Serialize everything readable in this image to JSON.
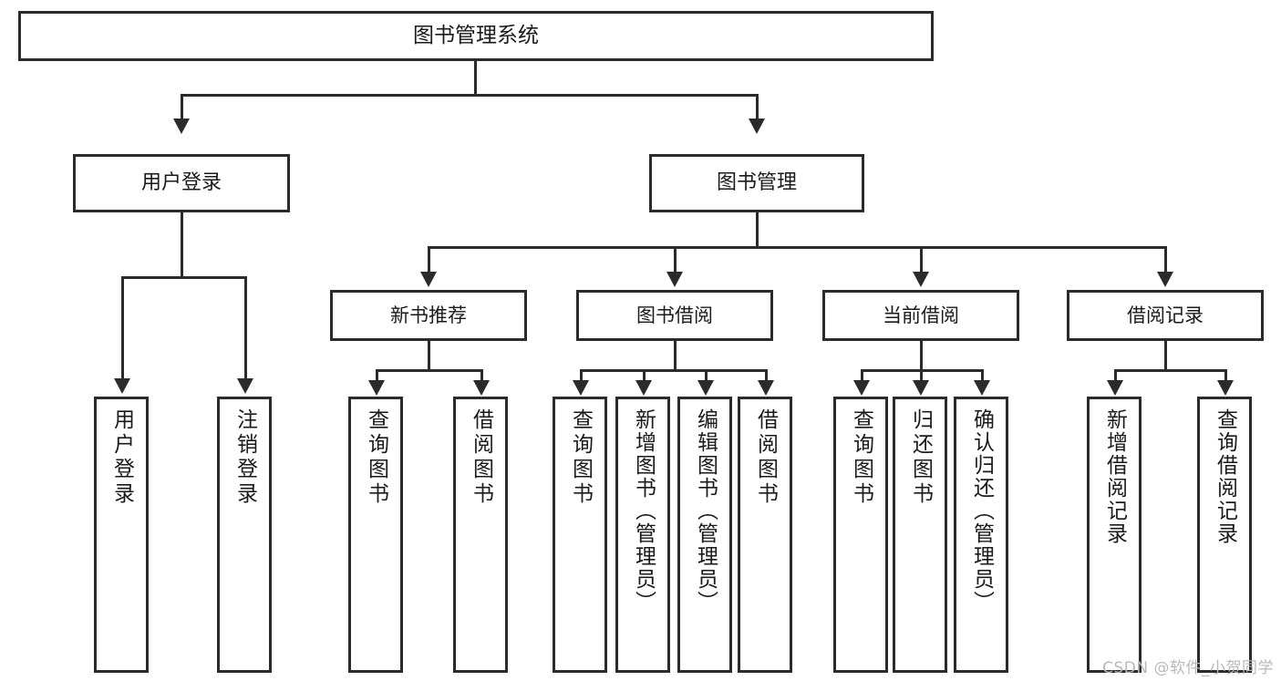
{
  "diagram": {
    "title": "图书管理系统",
    "type": "tree-hierarchy-diagram",
    "root": {
      "label": "图书管理系统"
    },
    "level2": [
      {
        "key": "user-login",
        "label": "用户登录"
      },
      {
        "key": "book-management",
        "label": "图书管理"
      }
    ],
    "level3": [
      {
        "key": "new-book-recommend",
        "label": "新书推荐"
      },
      {
        "key": "book-borrow",
        "label": "图书借阅"
      },
      {
        "key": "current-borrow",
        "label": "当前借阅"
      },
      {
        "key": "borrow-record",
        "label": "借阅记录"
      }
    ],
    "leaves": {
      "user_login": [
        {
          "key": "user-login-leaf",
          "label": "用户登录"
        },
        {
          "key": "logout-leaf",
          "label": "注销登录"
        }
      ],
      "new_book_recommend": [
        {
          "key": "query-book-1",
          "label": "查询图书"
        },
        {
          "key": "borrow-book-1",
          "label": "借阅图书"
        }
      ],
      "book_borrow": [
        {
          "key": "query-book-2",
          "label": "查询图书"
        },
        {
          "key": "add-book",
          "label": "新增图书（管理员）"
        },
        {
          "key": "edit-book",
          "label": "编辑图书（管理员）"
        },
        {
          "key": "borrow-book-2",
          "label": "借阅图书"
        }
      ],
      "current_borrow": [
        {
          "key": "query-book-3",
          "label": "查询图书"
        },
        {
          "key": "return-book",
          "label": "归还图书"
        },
        {
          "key": "confirm-return",
          "label": "确认归还（管理员）"
        }
      ],
      "borrow_record": [
        {
          "key": "add-borrow-record",
          "label": "新增借阅记录"
        },
        {
          "key": "query-borrow-record",
          "label": "查询借阅记录"
        }
      ]
    }
  },
  "watermark": {
    "text": "CSDN @软件_小贺同学"
  },
  "colors": {
    "stroke": "#2b2b2b",
    "fill": "#ffffff",
    "text": "#1a1a1a",
    "watermark": "#b9b9b9"
  }
}
